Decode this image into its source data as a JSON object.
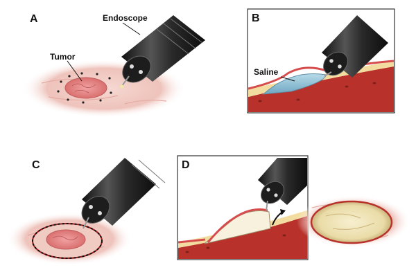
{
  "panels": {
    "a": {
      "letter": "A",
      "tumor_label": "Tumor",
      "endoscope_label": "Endoscope"
    },
    "b": {
      "letter": "B",
      "saline_label": "Saline"
    },
    "c": {
      "letter": "C"
    },
    "d": {
      "letter": "D"
    }
  },
  "colors": {
    "mucosa": "#eec3bb",
    "mucosa_dark": "#d98f86",
    "tumor": "#e6868a",
    "muscle": "#c0392b",
    "submucosa": "#f3dca0",
    "saline": "#8fc0d6",
    "scope_body": "#2b2b2b",
    "frame": "#333333"
  }
}
